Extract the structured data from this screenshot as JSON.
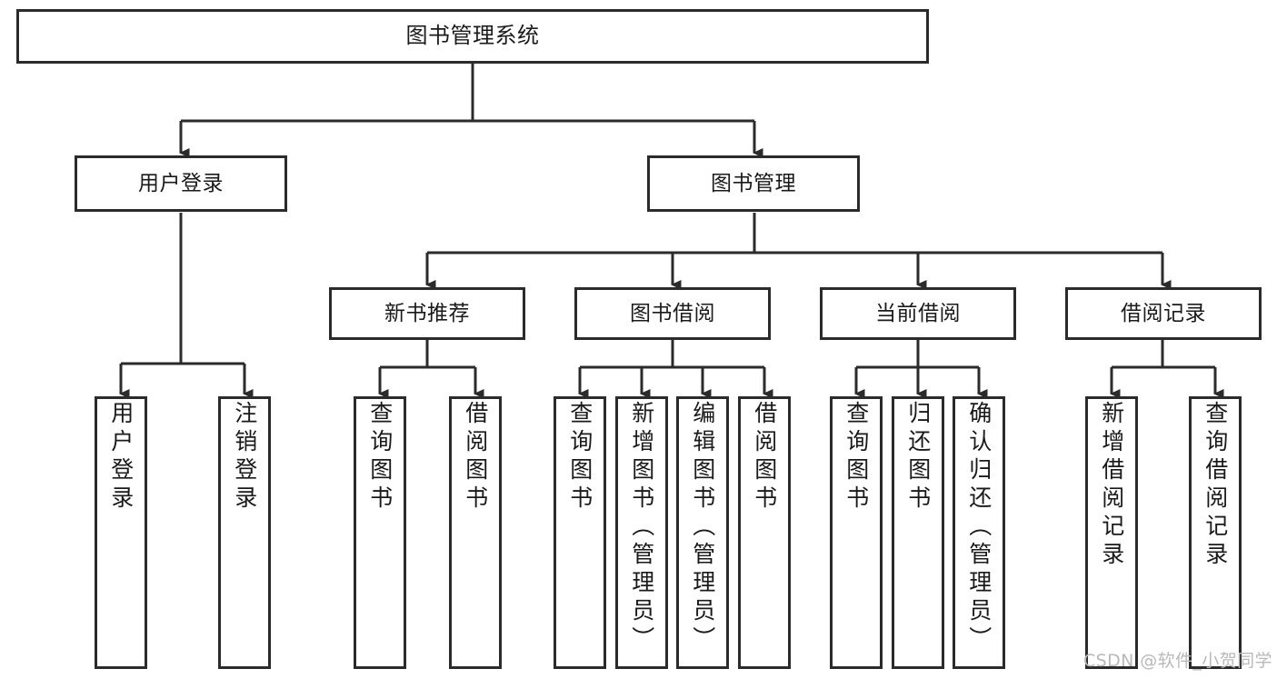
{
  "diagram": {
    "title": "图书管理系统",
    "type": "tree-hierarchy-chart",
    "root": {
      "label": "图书管理系统"
    },
    "level2": [
      {
        "label": "用户登录"
      },
      {
        "label": "图书管理"
      }
    ],
    "level3": [
      {
        "label": "新书推荐"
      },
      {
        "label": "图书借阅"
      },
      {
        "label": "当前借阅"
      },
      {
        "label": "借阅记录"
      }
    ],
    "leaves": {
      "user_login": [
        {
          "label": "用户登录"
        },
        {
          "label": "注销登录"
        }
      ],
      "new_book_recommend": [
        {
          "label": "查询图书"
        },
        {
          "label": "借阅图书"
        }
      ],
      "book_borrow": [
        {
          "label": "查询图书"
        },
        {
          "label": "新增图书（管理员）"
        },
        {
          "label": "编辑图书（管理员）"
        },
        {
          "label": "借阅图书"
        }
      ],
      "current_borrow": [
        {
          "label": "查询图书"
        },
        {
          "label": "归还图书"
        },
        {
          "label": "确认归还（管理员）"
        }
      ],
      "borrow_record": [
        {
          "label": "新增借阅记录"
        },
        {
          "label": "查询借阅记录"
        }
      ]
    }
  },
  "watermark": {
    "text": "CSDN @软件_小贺同学"
  },
  "colors": {
    "stroke": "#2b2b2b",
    "text": "#1a1a1a",
    "background": "#ffffff",
    "watermark": "#b9b9b9"
  }
}
